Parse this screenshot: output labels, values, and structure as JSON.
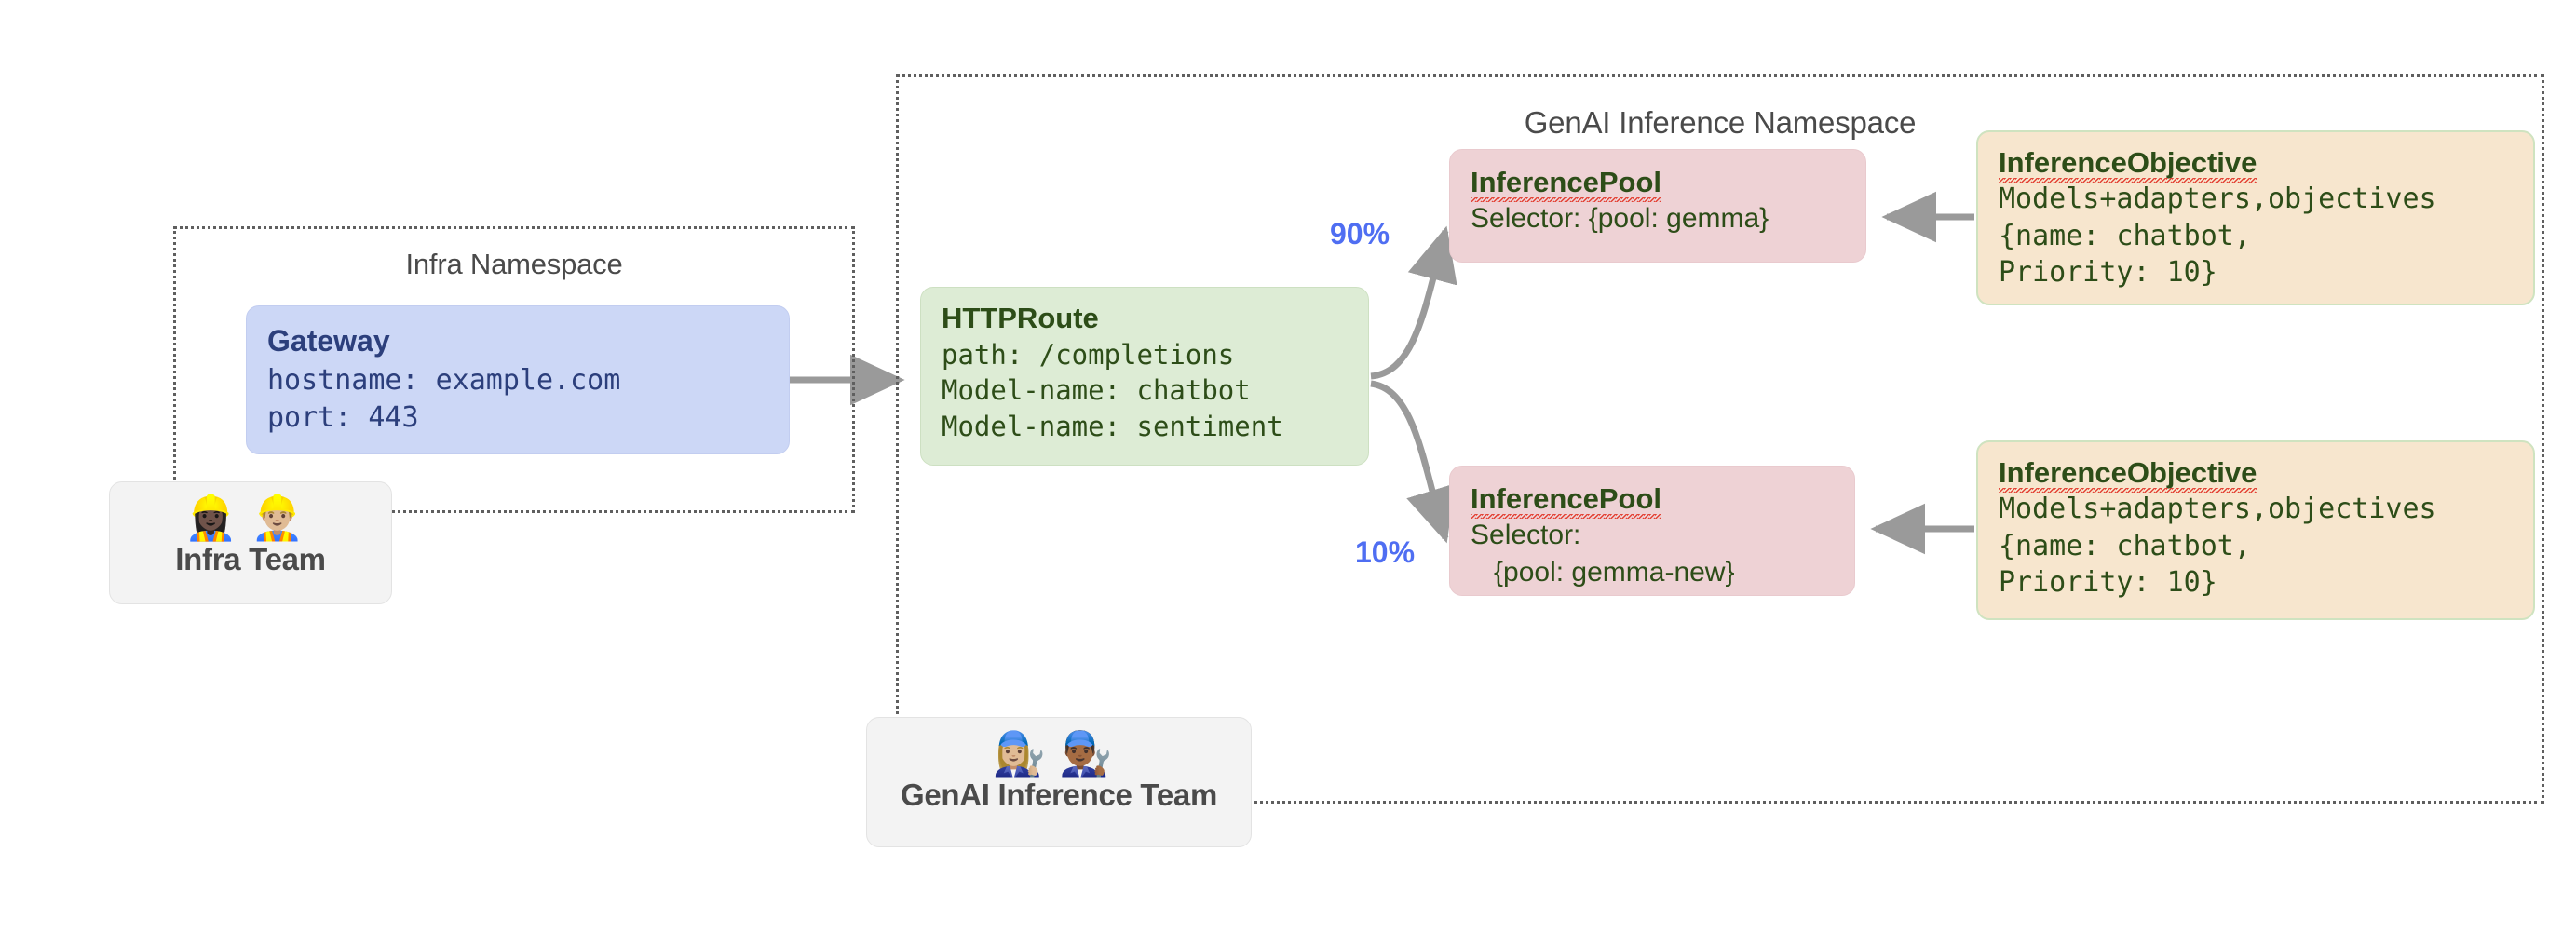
{
  "diagram": {
    "namespaces": [
      {
        "id": "infra",
        "title": "Infra Namespace"
      },
      {
        "id": "genai",
        "title": "GenAI Inference Namespace"
      }
    ],
    "nodes": {
      "gateway": {
        "title": "Gateway",
        "body": "hostname: example.com\nport: 443"
      },
      "httproute": {
        "title": "HTTPRoute",
        "body": "path: /completions\nModel-name: chatbot\nModel-name: sentiment"
      },
      "pool_1": {
        "title": "InferencePool",
        "body": "Selector: {pool: gemma}"
      },
      "pool_2": {
        "title": "InferencePool",
        "body": "Selector:\n   {pool: gemma-new}"
      },
      "objective_1": {
        "title": "InferenceObjective",
        "body": "Models+adapters,objectives\n{name: chatbot,\nPriority: 10}"
      },
      "objective_2": {
        "title": "InferenceObjective",
        "body": "Models+adapters,objectives\n{name: chatbot,\nPriority: 10}"
      }
    },
    "teams": [
      {
        "id": "infra-team",
        "label": "Infra Team",
        "emojis": "👷🏿‍♀️👷🏼‍♂️"
      },
      {
        "id": "genai-team",
        "label": "GenAI Inference Team",
        "emojis": "👩🏼‍🔧👨🏾‍🔧"
      }
    ],
    "edges": [
      {
        "id": "gateway-to-httproute",
        "label": ""
      },
      {
        "id": "httproute-to-pool-1",
        "label": "90%"
      },
      {
        "id": "httproute-to-pool-2",
        "label": "10%"
      },
      {
        "id": "objective-1-to-pool-1",
        "label": ""
      },
      {
        "id": "objective-2-to-pool-2",
        "label": ""
      }
    ],
    "colors": {
      "gateway_fill": "#ccd7f6",
      "gateway_text": "#2c3f7c",
      "httproute_fill": "#ddecd5",
      "pool_fill": "#eed2d5",
      "objective_fill": "#f7e6ce",
      "objective_border": "#cfe3c0",
      "node_text": "#2d4d18",
      "edge": "#9a9a9a",
      "percent_label": "#4f6ef2",
      "namespace_border": "#5f5f5f",
      "team_fill": "#f3f3f3",
      "spellcheck_underline": "#e23b2e"
    }
  }
}
